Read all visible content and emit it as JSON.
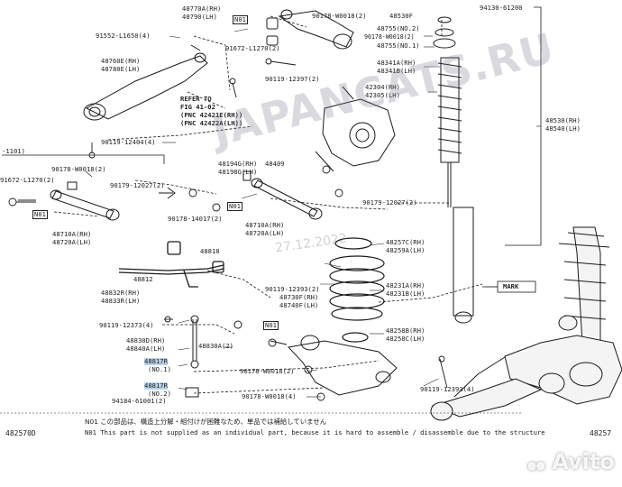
{
  "labels": {
    "l_48770a": "48770A(RH)",
    "l_48790": "48790(LH)",
    "l_n01_top": "N01",
    "l_90178_top": "90178-W0018(2)",
    "l_48530f": "48530F",
    "l_94130": "94130-61200",
    "l_91552": "91552-L1650(4)",
    "l_91672_top": "91672-L1270(2)",
    "l_48755_2": "48755(NO.2)",
    "l_90178_mid": "90178-W0018(2)",
    "l_48755_1": "48755(NO.1)",
    "l_48760e": "48760E(RH)",
    "l_48780e": "48780E(LH)",
    "l_48341a": "48341A(RH)",
    "l_48341b": "48341B(LH)",
    "l_90119_12397": "90119-12397(2)",
    "l_refer1": "REFER TO",
    "l_refer2": "FIG 41-02",
    "l_refer3": "(PNC 42421E(RH))",
    "l_refer4": "(PNC 42422A(LH))",
    "l_42304": "42304(RH)",
    "l_42305": "42305(LH)",
    "l_48530": "48530(RH)",
    "l_48540": "48540(LH)",
    "l_90119_12404": "90119-12404(4)",
    "l_1101": "-1101)",
    "l_48194g": "48194G(RH)",
    "l_48198g": "48198G(LH)",
    "l_48409": "48409",
    "l_91672_left": "91672-L1270(2)",
    "l_90178_left": "90178-W0018(2)",
    "l_90179_12027a": "90179-12027(2)",
    "l_n01_left": "N01",
    "l_90178_14017": "90178-14017(2)",
    "l_n01_mid": "N01",
    "l_90179_12027b": "90179-12027(2)",
    "l_48710a_mid": "48710A(RH)",
    "l_48720a_mid": "48720A(LH)",
    "l_48710a_left": "48710A(RH)",
    "l_48720a_left": "48720A(LH)",
    "l_48257c": "48257C(RH)",
    "l_48259a": "48259A(LH)",
    "l_48818": "48818",
    "l_48812": "48812",
    "l_90119_12393a": "90119-12393(2)",
    "l_48730f": "48730F(RH)",
    "l_48740f": "48740F(LH)",
    "l_48231a": "48231A(RH)",
    "l_48231b": "48231B(LH)",
    "l_mark": "MARK",
    "l_48832r": "48832R(RH)",
    "l_48833r": "48833R(LH)",
    "l_90119_12373": "90119-12373(4)",
    "l_n01_low": "N01",
    "l_48258b": "48258B(RH)",
    "l_48258c": "48258C(LH)",
    "l_48830d": "48830D(RH)",
    "l_48840a": "48840A(LH)",
    "l_48830a": "48830A(2)",
    "l_48817r_1": "48817R",
    "l_no1": "(NO.1)",
    "l_90178_bottom": "90178-W0018(2)",
    "l_48817r_2": "48817R",
    "l_no2": "(NO.2)",
    "l_90119_12393b": "90119-12393(4)",
    "l_94184": "94184-61001(2)",
    "l_90178_bottom2": "90178-W0018(4)"
  },
  "notes": {
    "jp": "N01 この部品は、構造上分解・組付けが困難なため、単品では補給していません",
    "en": "N01 This part is not supplied as an individual part, because it is hard to assemble / disassemble due to the structure"
  },
  "codes": {
    "left": "482570D",
    "right": "48257"
  },
  "watermarks": {
    "url": "JAPANCATS.RU",
    "date": "27.12.2022",
    "brand": "Avito"
  },
  "colors": {
    "line": "#1a1a1a",
    "highlight": "#b9d3ec",
    "watermark": "#8c8ca0"
  }
}
